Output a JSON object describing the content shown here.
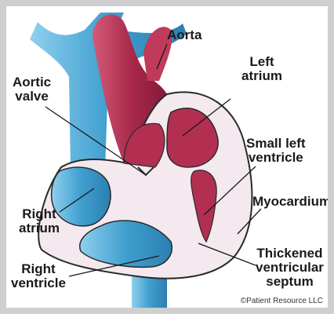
{
  "labels": {
    "aorta": [
      "Aorta"
    ],
    "left_atrium": [
      "Left",
      "atrium"
    ],
    "aortic_valve": [
      "Aortic",
      "valve"
    ],
    "small_left_ventricle": [
      "Small left",
      "ventricle"
    ],
    "myocardium": [
      "Myocardium"
    ],
    "right_atrium": [
      "Right",
      "atrium"
    ],
    "thickened_ventricular_septum": [
      "Thickened",
      "ventricular",
      "septum"
    ],
    "right_ventricle": [
      "Right",
      "ventricle"
    ]
  },
  "copyright": "©Patient Resource LLC",
  "colors": {
    "frame": "#cfcfcf",
    "vein_blue": "#3f9fcf",
    "vein_light": "#8fd0ee",
    "artery_red": "#a8284a",
    "artery_light": "#d45a78",
    "myocardium_fill": "#f3e9ef",
    "outline": "#2a2a2a"
  }
}
